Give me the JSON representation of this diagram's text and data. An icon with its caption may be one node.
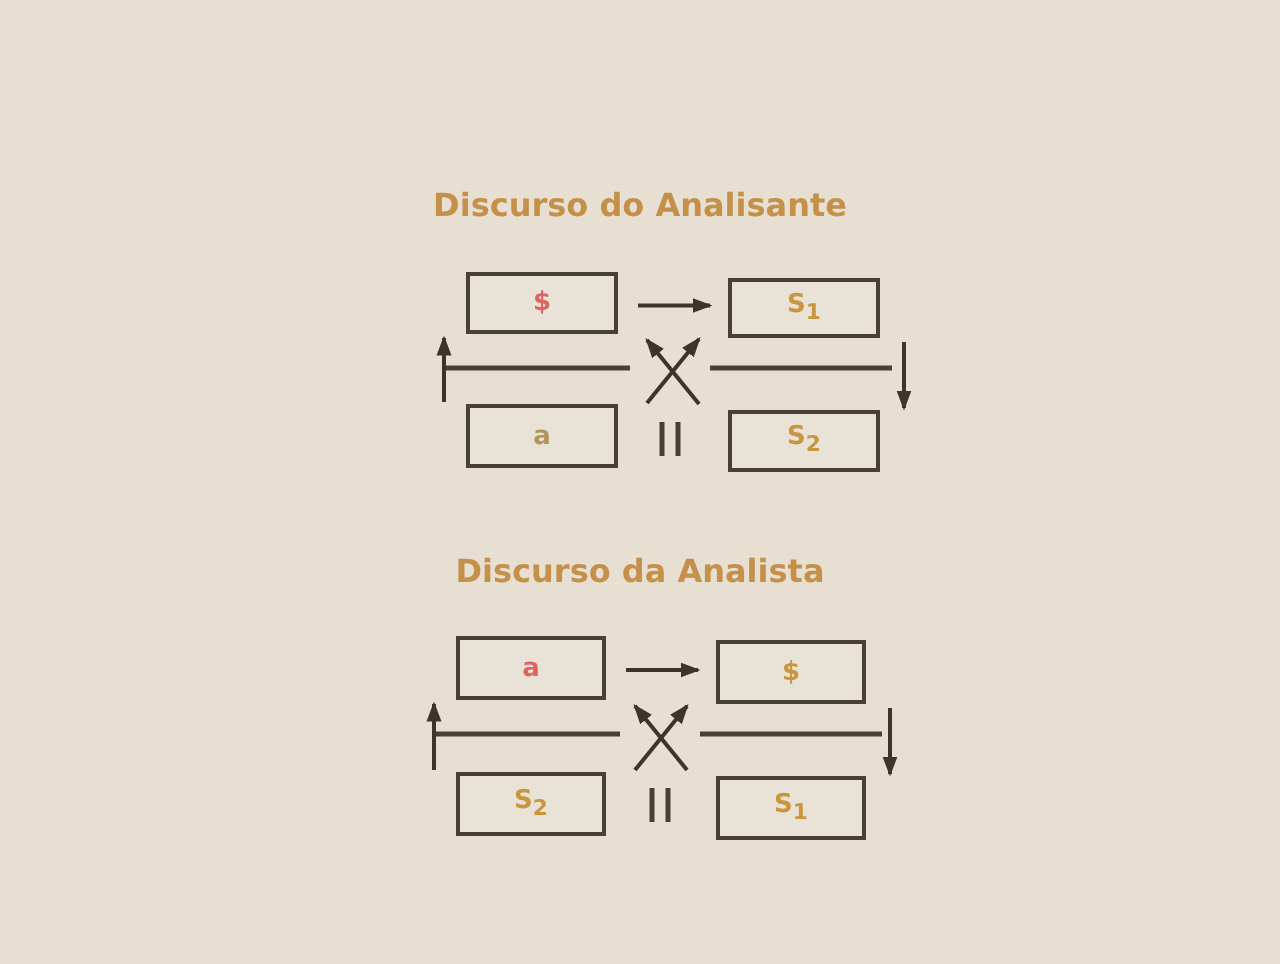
{
  "diagram": {
    "title": "Discurso do Analisante",
    "nodes": [
      {
        "text": [
          "$"
        ]
      },
      {
        "text": [
          "S$_{1}$"
        ]
      },
      {
        "text": [
          "a"
        ]
      },
      {
        "text": [
          "S$_{2}$"
        ]
      },
      {
        "text": [
          "a"
        ]
      },
      {
        "text": [
          "$"
        ]
      },
      {
        "text": [
          "S$_{2}$"
        ]
      },
      {
        "text": [
          "S$_{1}$"
        ]
      }
    ],
    "edges": [
      {
        "from": 0,
        "to": 1,
        "arrow": "to"
      },
      {
        "from": 1,
        "to": 3,
        "arrow": "to"
      },
      {
        "from": 2,
        "to": 0,
        "arrow": "to"
      },
      {
        "from": 3,
        "to": 0,
        "arrow": "to"
      },
      {
        "from": 2,
        "to": 1,
        "arrow": "to"
      },
      {
        "from": 4,
        "to": 5,
        "arrow": "to"
      },
      {
        "from": 5,
        "to": 7,
        "arrow": "to"
      },
      {
        "from": 6,
        "to": 4,
        "arrow": "to"
      },
      {
        "from": 7,
        "to": 4,
        "arrow": "to"
      },
      {
        "from": 6,
        "to": 5,
        "arrow": "to"
      }
    ],
    "labels": [
      "Discurso da Analista"
    ]
  }
}
